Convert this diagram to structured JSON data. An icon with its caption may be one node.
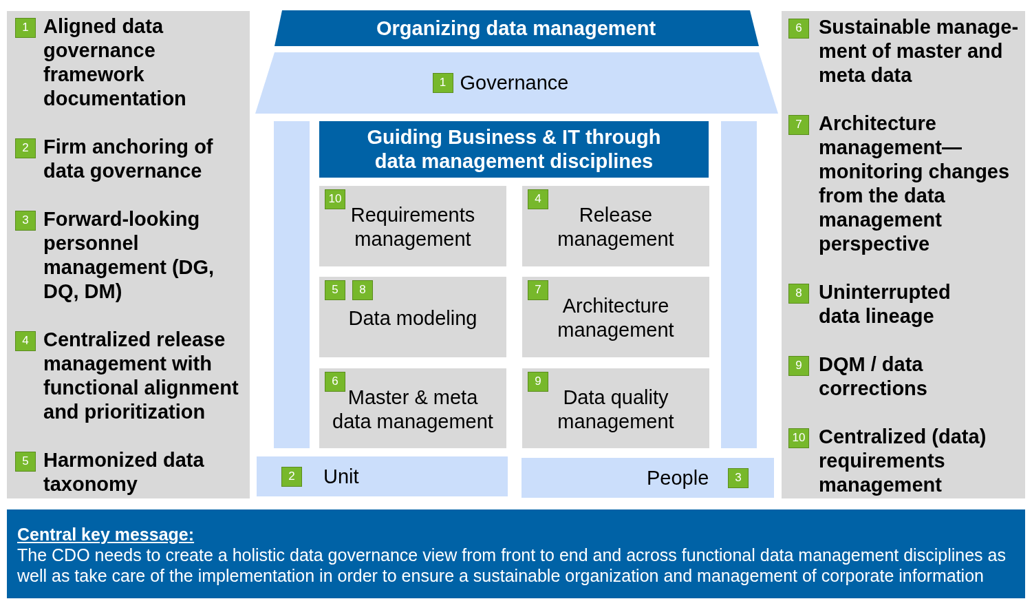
{
  "diagram": {
    "nodes": [
      {
        "text": [
          "Aligned data governance framework documentation",
          "Firm anchoring of data governance",
          "Forward-looking personnel management (DG, DQ, DM)",
          "Centralized release management with functional alignment and prioritization",
          "Harmonized data taxonomy"
        ]
      },
      {
        "text": [
          "1"
        ],
        "in": 0
      },
      {
        "text": [
          "2"
        ],
        "in": 0
      },
      {
        "text": [
          "3"
        ],
        "in": 0
      },
      {
        "text": [
          "4"
        ],
        "in": 0
      },
      {
        "text": [
          "5"
        ],
        "in": 0
      },
      {
        "text": [
          "Organizing data management"
        ]
      },
      {
        "text": [
          "Governance"
        ]
      },
      {
        "text": [
          "1"
        ],
        "in": 7
      },
      {
        "text": [],
        "shape": "bar"
      },
      {
        "text": [
          "Guiding Business & IT through data management disciplines"
        ]
      },
      {
        "text": [
          "Requirements management"
        ]
      },
      {
        "text": [
          "10"
        ],
        "in": 11
      },
      {
        "text": [
          "Release management"
        ]
      },
      {
        "text": [
          "4"
        ],
        "in": 13
      },
      {
        "text": [
          "Data modeling"
        ]
      },
      {
        "text": [
          "5"
        ],
        "in": 15
      },
      {
        "text": [
          "8"
        ],
        "in": 15
      },
      {
        "text": [
          "Architecture management"
        ]
      },
      {
        "text": [
          "7"
        ],
        "in": 18
      },
      {
        "text": [
          "Master & meta data management"
        ]
      },
      {
        "text": [
          "6"
        ],
        "in": 20
      },
      {
        "text": [
          "Data quality management"
        ]
      },
      {
        "text": [
          "9"
        ],
        "in": 22
      },
      {
        "text": [],
        "shape": "bar"
      },
      {
        "text": [
          "Unit"
        ]
      },
      {
        "text": [
          "2"
        ],
        "in": 25
      },
      {
        "text": [
          "People"
        ]
      },
      {
        "text": [
          "3"
        ],
        "in": 27
      },
      {
        "text": [
          "Sustainable manage-ment of master and meta data",
          "Architecture management—monitoring changes from the data management perspective",
          "Uninterrupted data lineage",
          "DQM / data corrections",
          "Centralized (data) requirements management"
        ]
      },
      {
        "text": [
          "6"
        ],
        "in": 29
      },
      {
        "text": [
          "7"
        ],
        "in": 29
      },
      {
        "text": [
          "8"
        ],
        "in": 29
      },
      {
        "text": [
          "9"
        ],
        "in": 29
      },
      {
        "text": [
          "10"
        ],
        "in": 29
      },
      {
        "text": [
          "Central key message:",
          "The CDO needs to create a holistic data governance view from front to end and across functional data management disciplines as well as take care of the implementation in order to ensure a sustainable organization and management of corporate information"
        ]
      }
    ]
  }
}
